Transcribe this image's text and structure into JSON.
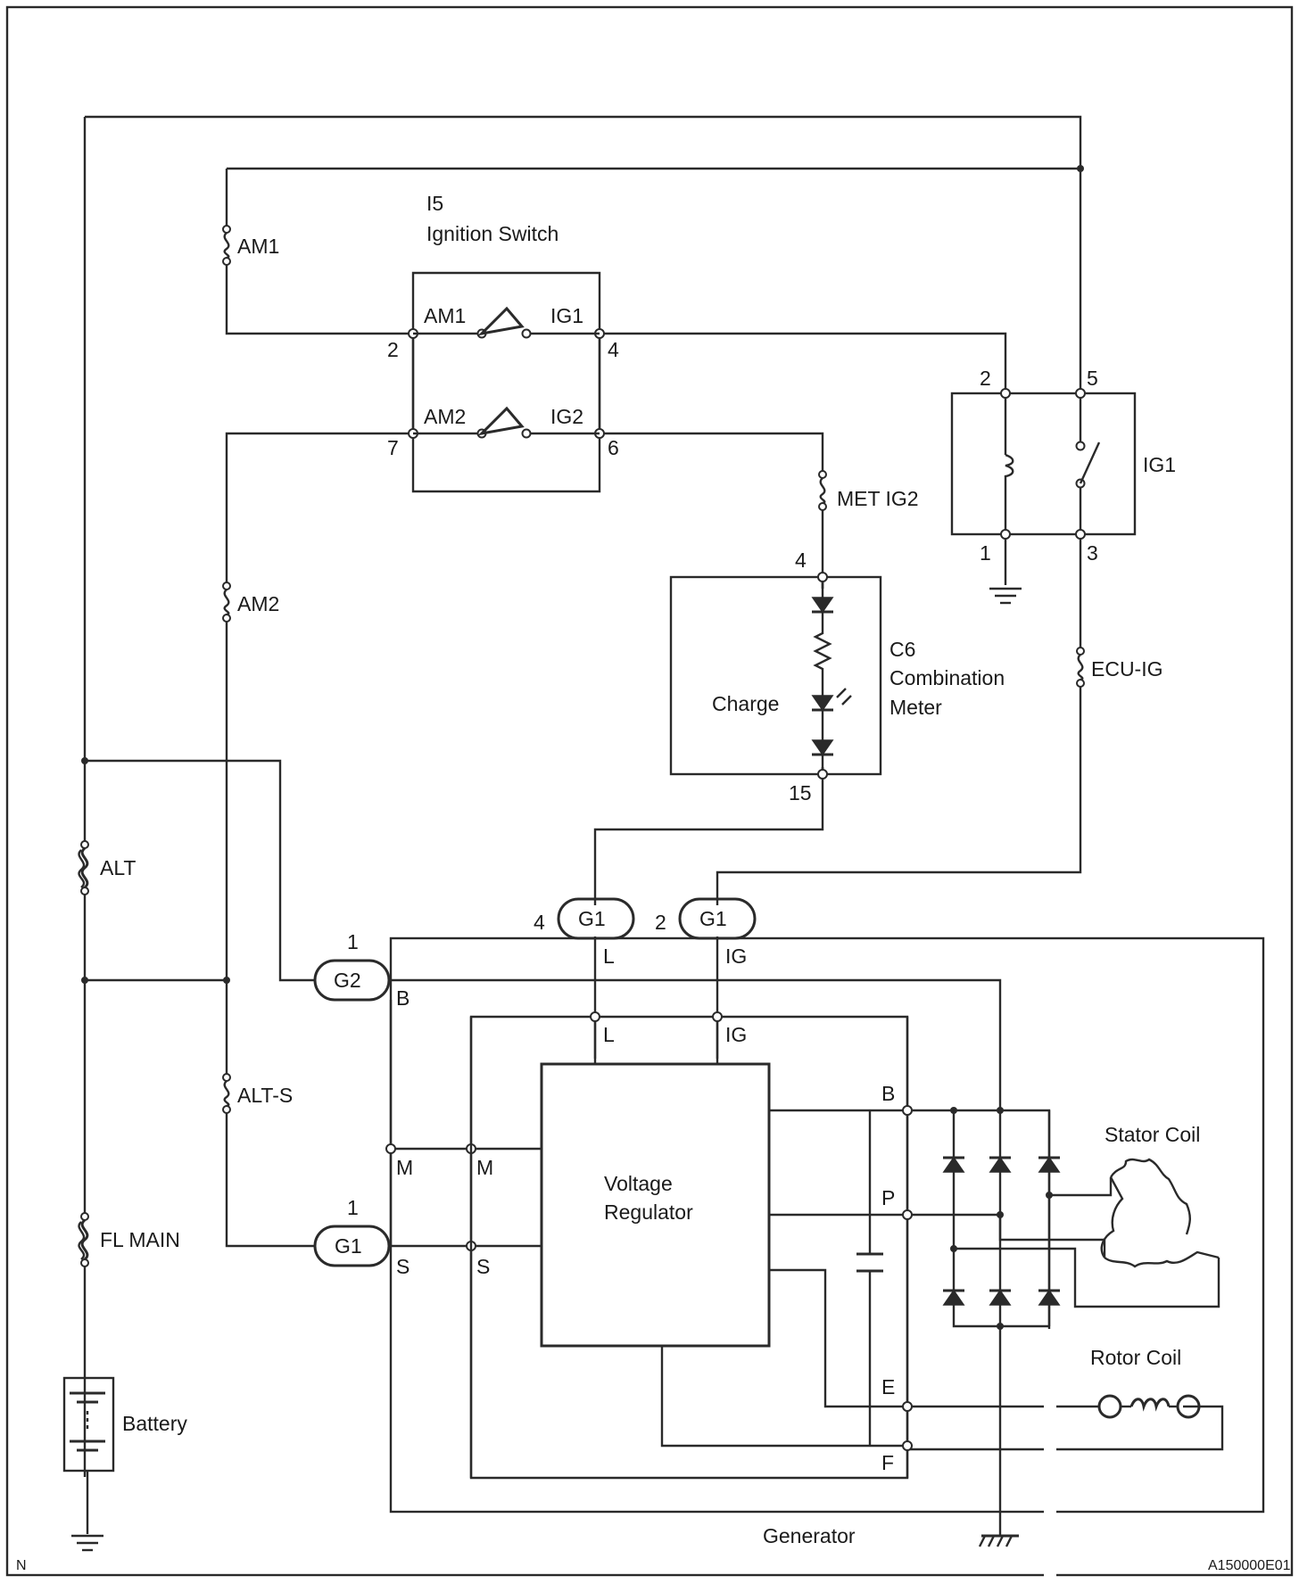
{
  "diagram": {
    "ignition_switch": {
      "code": "I5",
      "name": "Ignition Switch"
    },
    "switch_terminals": {
      "am1": "AM1",
      "ig1": "IG1",
      "am2": "AM2",
      "ig2": "IG2"
    },
    "fuses": {
      "am1": "AM1",
      "am2": "AM2",
      "met_ig2": "MET IG2",
      "ecu_ig": "ECU-IG",
      "alt": "ALT",
      "alt_s": "ALT-S",
      "fl_main": "FL MAIN"
    },
    "relay": {
      "name": "IG1"
    },
    "combination_meter": {
      "code": "C6",
      "line1": "Combination",
      "line2": "Meter",
      "lamp": "Charge"
    },
    "connectors": {
      "g1": "G1",
      "g2": "G2"
    },
    "generator": {
      "name": "Generator",
      "regulator_line1": "Voltage",
      "regulator_line2": "Regulator",
      "stator": "Stator Coil",
      "rotor": "Rotor Coil"
    },
    "terminals": {
      "l": "L",
      "ig": "IG",
      "b": "B",
      "m": "M",
      "s": "S",
      "p": "P",
      "e": "E",
      "f": "F"
    },
    "pins": {
      "p2": "2",
      "p4": "4",
      "p7": "7",
      "p6": "6",
      "r2": "2",
      "r5": "5",
      "r1": "1",
      "r3": "3",
      "m4": "4",
      "m15": "15",
      "g1_l": "4",
      "g1_ig": "2",
      "g2": "1",
      "g1_s": "1"
    },
    "battery": "Battery",
    "corner_left": "N",
    "corner_right": "A150000E01"
  }
}
